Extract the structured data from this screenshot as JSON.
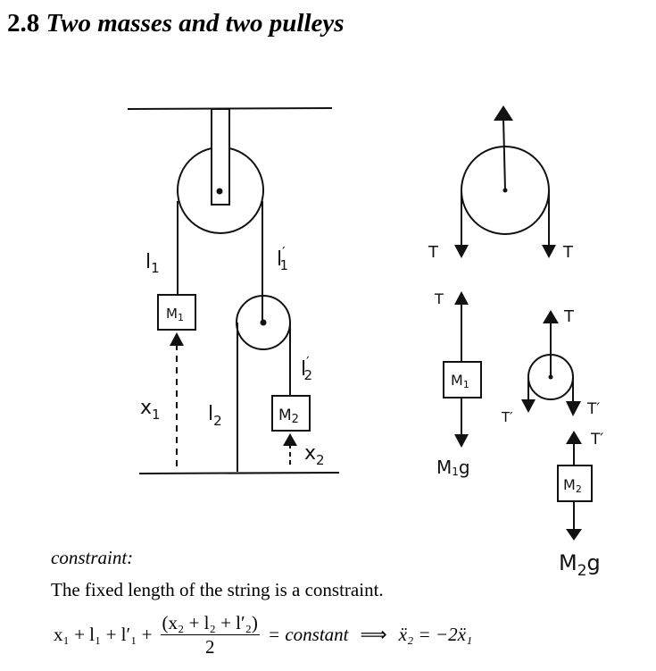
{
  "section": {
    "number": "2.8",
    "title": "Two masses and two pulleys"
  },
  "diagram": {
    "labels": {
      "l1": "l",
      "l1_sub": "1",
      "l1p": "l",
      "l1p_sub": "1",
      "l1p_prime": "′",
      "l2": "l",
      "l2_sub": "2",
      "l2p": "l",
      "l2p_sub": "2",
      "l2p_prime": "′",
      "m1": "M",
      "m1_sub": "1",
      "m2": "M",
      "m2_sub": "2",
      "x1": "x",
      "x1_sub": "1",
      "x2": "x",
      "x2_sub": "2"
    }
  },
  "free_body": {
    "top_pulley": {
      "left_force": "T",
      "right_force": "T"
    },
    "mass1": {
      "up_force": "T",
      "mass": "M",
      "mass_sub": "1",
      "down_force": "M",
      "down_force_sub": "1",
      "down_force_g": "g"
    },
    "lower_pulley": {
      "up_force": "T",
      "left_force": "T′",
      "right_force": "T′"
    },
    "mass2": {
      "up_force": "T′",
      "mass": "M",
      "mass_sub": "2",
      "down_force": "M",
      "down_force_sub": "2",
      "down_force_g": "g"
    }
  },
  "text": {
    "constraint_label": "constraint:",
    "sentence": "The fixed length of the string is a constraint.",
    "equation": {
      "lhs": "x₁ + l₁ + l′₁ +",
      "numerator": "(x₂ + l₂ + l′₂)",
      "denominator": "2",
      "equals": "= constant",
      "implies": "⟹",
      "result": "ẍ₂ = −2ẍ₁"
    }
  }
}
